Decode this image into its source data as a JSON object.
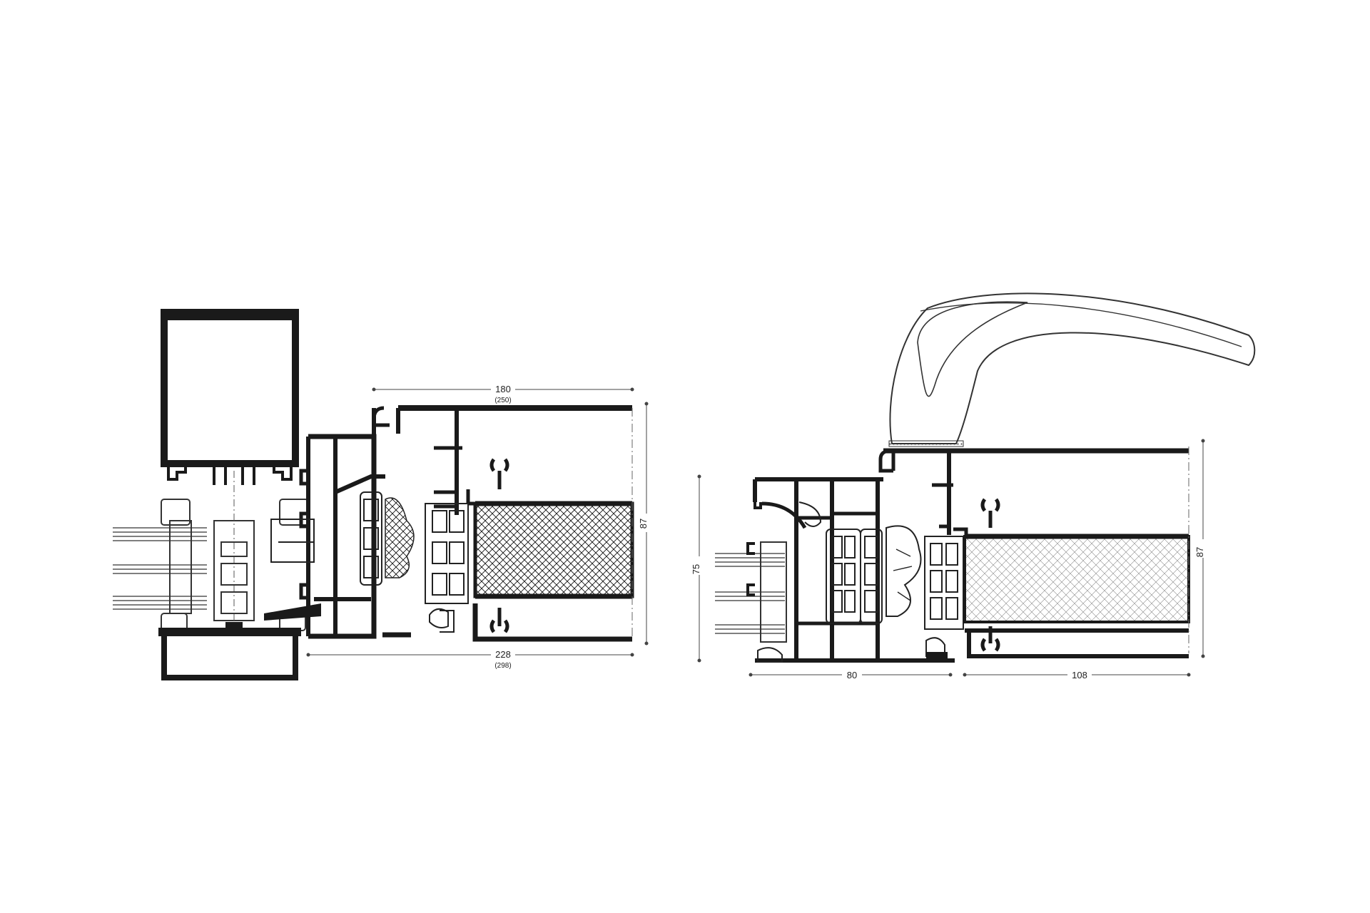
{
  "left_section": {
    "dim_top": "180",
    "dim_top_sub": "(250)",
    "dim_bottom": "228",
    "dim_bottom_sub": "(298)",
    "dim_right": "87"
  },
  "right_section": {
    "dim_left": "75",
    "dim_right": "87",
    "dim_bottom_left": "80",
    "dim_bottom_right": "108"
  },
  "colors": {
    "profile": "#1a1a1a",
    "line": "#222222",
    "dimension": "#444444",
    "background": "#ffffff"
  }
}
